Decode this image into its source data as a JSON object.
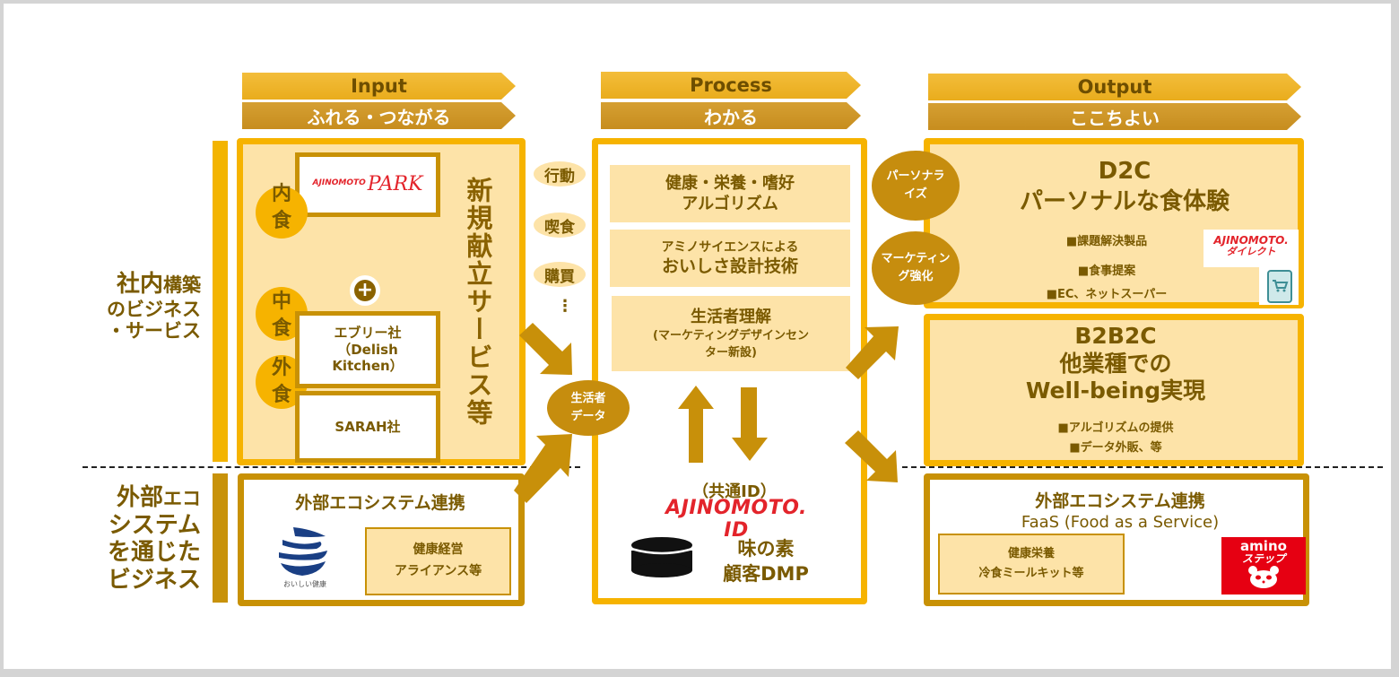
{
  "headers": {
    "input": {
      "title": "Input",
      "subtitle": "ふれる・つながる"
    },
    "process": {
      "title": "Process",
      "subtitle": "わかる"
    },
    "output": {
      "title": "Output",
      "subtitle": "ここちよい"
    }
  },
  "row_labels": {
    "internal": {
      "line1_big": "社内",
      "line1_small": "構築",
      "line2": "のビジネス",
      "line3": "・サービス"
    },
    "external": {
      "line1_big": "外部",
      "line1_small": "エコ",
      "line2": "システム",
      "line3": "を通じた",
      "line4": "ビジネス"
    }
  },
  "input": {
    "circles": [
      {
        "label": "内食"
      },
      {
        "label": "中食"
      },
      {
        "label": "外食"
      }
    ],
    "park_logo": {
      "prefix": "AJINOMOTO",
      "main": "PARK"
    },
    "plus_icon": "plus-icon",
    "every": {
      "line1": "エブリー社",
      "line2": "（Delish",
      "line3": "Kitchen）"
    },
    "sarah": "SARAH社",
    "vertical_label": "新規献立サービス等",
    "external": {
      "title": "外部エコシステム連携",
      "logo_caption": "おいしい健康",
      "alliance": {
        "line1": "健康経営",
        "line2": "アライアンス等"
      }
    }
  },
  "behaviors": [
    "行動",
    "喫食",
    "購買"
  ],
  "behaviors_more": "⋮",
  "consumer_data": {
    "line1": "生活者",
    "line2": "データ"
  },
  "process": {
    "boxes": [
      {
        "line1": "健康・栄養・嗜好",
        "line2": "アルゴリズム"
      },
      {
        "line1": "アミノサイエンスによる",
        "line2": "おいしさ設計技術"
      },
      {
        "line1": "生活者理解",
        "line2": "(マーケティングデザインセン",
        "line3": "ター新設)"
      }
    ],
    "common_id": "（共通ID）",
    "ajinomoto_id": "AJINOMOTO. ID",
    "dmp": {
      "line1": "味の素",
      "line2": "顧客DMP"
    }
  },
  "output": {
    "ellipses": [
      {
        "line1": "パーソナラ",
        "line2": "イズ"
      },
      {
        "line1": "マーケティン",
        "line2": "グ強化"
      }
    ],
    "d2c": {
      "title": "D2C",
      "subtitle": "パーソナルな食体験",
      "bullets": [
        "■課題解決製品",
        "■食事提案",
        "■EC、ネットスーパー"
      ],
      "logo": {
        "line1": "AJINOMOTO.",
        "line2": "ダイレクト"
      }
    },
    "b2b2c": {
      "title": "B2B2C",
      "line2": "他業種での",
      "line3": "Well-being実現",
      "bullets": [
        "■アルゴリズムの提供",
        "■データ外販、等"
      ]
    },
    "external": {
      "title": "外部エコシステム連携",
      "subtitle": "FaaS (Food as a Service)",
      "box": {
        "line1": "健康栄養",
        "line2": "冷食ミールキット等"
      },
      "logo": {
        "line1": "amino",
        "line2": "ステップ"
      }
    }
  },
  "colors": {
    "gold": "#f6b300",
    "dark_gold": "#c89105",
    "cream": "#fde3a8",
    "brown_text": "#7a5a00",
    "arrow": "#c8900a",
    "brand_red": "#e60012"
  }
}
